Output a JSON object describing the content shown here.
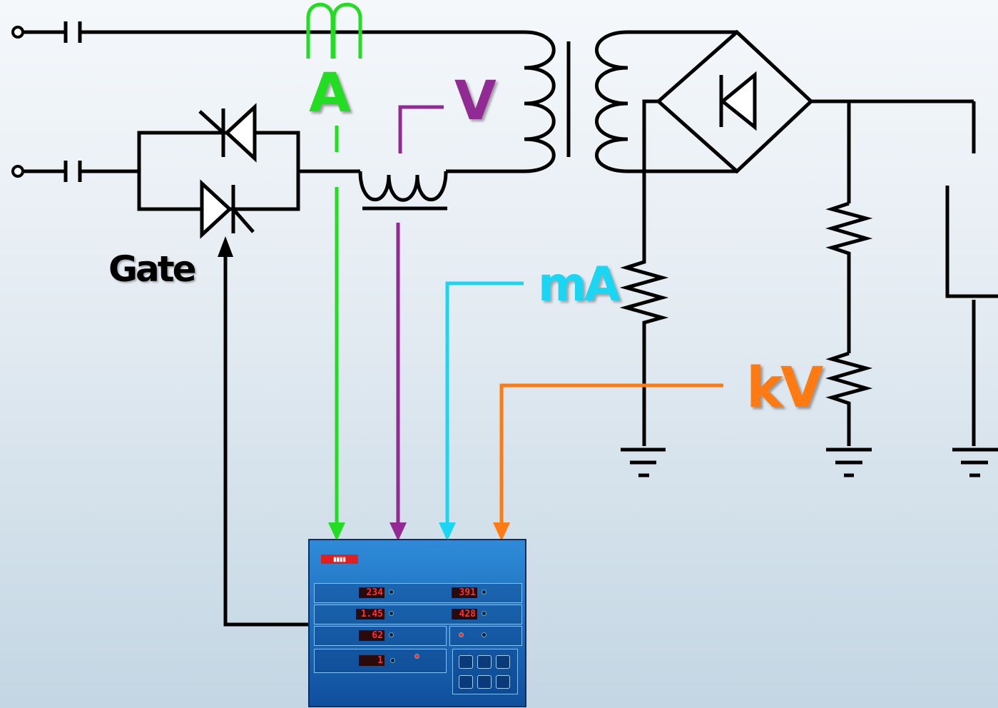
{
  "labels": {
    "current": "A",
    "voltage": "V",
    "gate": "Gate",
    "milliamps": "mA",
    "kilovolts": "kV"
  },
  "colors": {
    "current": "#22dd22",
    "voltage": "#922a93",
    "milliamps": "#1bd6f3",
    "kilovolts": "#ff7b12",
    "circuit": "#000000"
  },
  "controller": {
    "displays": [
      "234",
      "391",
      "1.45",
      "428",
      "62",
      "1"
    ]
  }
}
